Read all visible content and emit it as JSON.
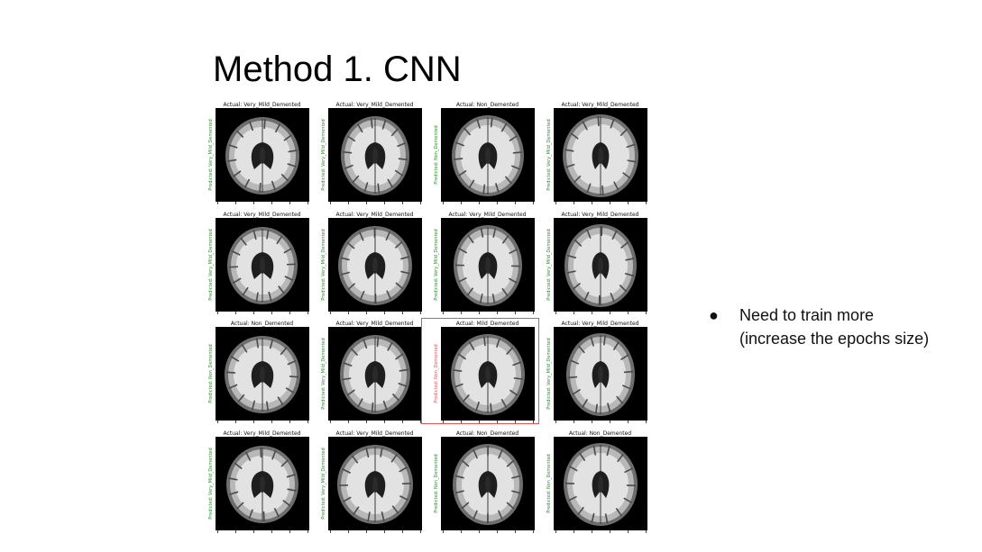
{
  "slide": {
    "title": "Method 1. CNN",
    "bullets": [
      "Need to train more",
      "(increase the epochs size)"
    ],
    "colors": {
      "correct_prediction": "#2e8b2e",
      "wrong_prediction": "#e05555",
      "background": "#ffffff"
    }
  },
  "mri_grid": {
    "cells": [
      {
        "actual": "Actual: Very_Mild_Demented",
        "predicted": "Predicted: Very_Mild_Demented",
        "correct": true
      },
      {
        "actual": "Actual: Very_Mild_Demented",
        "predicted": "Predicted: Very_Mild_Demented",
        "correct": true
      },
      {
        "actual": "Actual: Non_Demented",
        "predicted": "Predicted: Non_Demented",
        "correct": true
      },
      {
        "actual": "Actual: Very_Mild_Demented",
        "predicted": "Predicted: Very_Mild_Demented",
        "correct": true
      },
      {
        "actual": "Actual: Very_Mild_Demented",
        "predicted": "Predicted: Very_Mild_Demented",
        "correct": true
      },
      {
        "actual": "Actual: Very_Mild_Demented",
        "predicted": "Predicted: Very_Mild_Demented",
        "correct": true
      },
      {
        "actual": "Actual: Very_Mild_Demented",
        "predicted": "Predicted: Very_Mild_Demented",
        "correct": true
      },
      {
        "actual": "Actual: Very_Mild_Demented",
        "predicted": "Predicted: Very_Mild_Demented",
        "correct": true
      },
      {
        "actual": "Actual: Non_Demented",
        "predicted": "Predicted: Non_Demented",
        "correct": true
      },
      {
        "actual": "Actual: Very_Mild_Demented",
        "predicted": "Predicted: Very_Mild_Demented",
        "correct": true
      },
      {
        "actual": "Actual: Mild_Demented",
        "predicted": "Predicted: Non_Demented",
        "correct": false
      },
      {
        "actual": "Actual: Very_Mild_Demented",
        "predicted": "Predicted: Very_Mild_Demented",
        "correct": true
      },
      {
        "actual": "Actual: Very_Mild_Demented",
        "predicted": "Predicted: Very_Mild_Demented",
        "correct": true
      },
      {
        "actual": "Actual: Very_Mild_Demented",
        "predicted": "Predicted: Very_Mild_Demented",
        "correct": true
      },
      {
        "actual": "Actual: Non_Demented",
        "predicted": "Predicted: Non_Demented",
        "correct": true
      },
      {
        "actual": "Actual: Non_Demented",
        "predicted": "Predicted: Non_Demented",
        "correct": true
      }
    ]
  }
}
